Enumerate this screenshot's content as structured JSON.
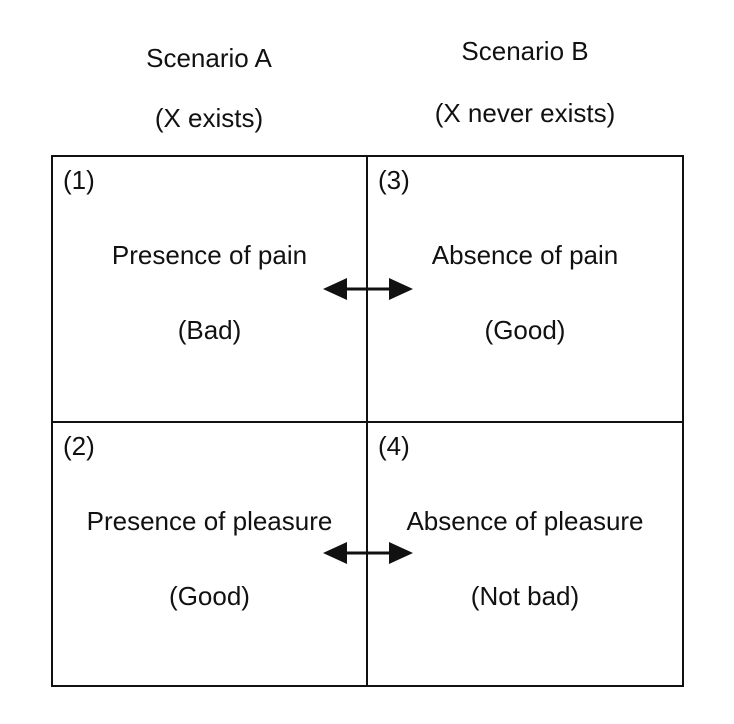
{
  "figure": {
    "background_color": "#ffffff",
    "line_color": "#111111",
    "headers": {
      "scenario_a": {
        "title": "Scenario A",
        "subtitle": "(X exists)"
      },
      "scenario_b": {
        "title": "Scenario B",
        "subtitle": "(X never exists)"
      }
    },
    "cells": [
      {
        "number": "(1)",
        "main": "Presence of pain",
        "value": "(Bad)"
      },
      {
        "number": "(3)",
        "main": "Absence of pain",
        "value": "(Good)"
      },
      {
        "number": "(2)",
        "main": "Presence of pleasure",
        "value": "(Good)"
      },
      {
        "number": "(4)",
        "main": "Absence of pleasure",
        "value": "(Not bad)"
      }
    ],
    "arrows": [
      {
        "type": "double-headed",
        "connects": "cell-1-to-cell-3"
      },
      {
        "type": "double-headed",
        "connects": "cell-2-to-cell-4"
      }
    ]
  }
}
